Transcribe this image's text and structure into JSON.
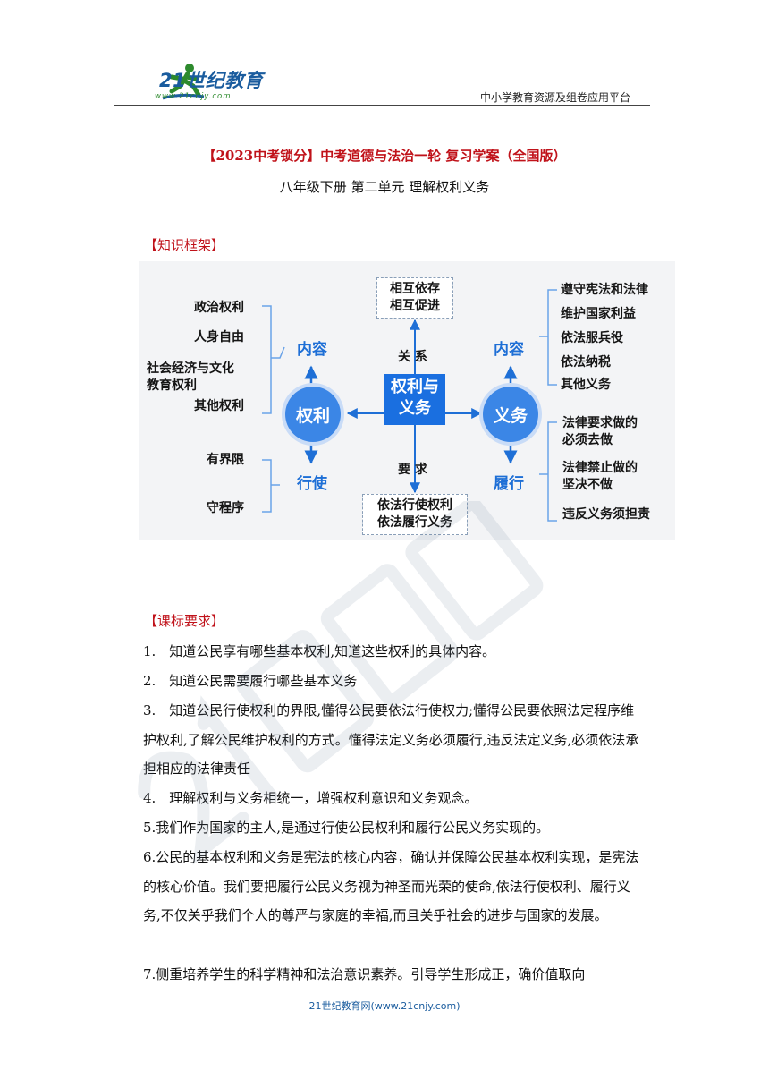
{
  "header": {
    "logo_text": "21世纪教育",
    "logo_url": "www.21cnjy.com",
    "right_text": "中小学教育资源及组卷应用平台"
  },
  "title": "【2023中考锁分】中考道德与法治一轮 复习学案（全国版）",
  "subtitle": "八年级下册 第二单元 理解权利义务",
  "sections": {
    "knowledge": "【知识框架】",
    "course": "【课标要求】"
  },
  "diagram": {
    "center": [
      "权利与",
      "义务"
    ],
    "top_box": [
      "相互依存",
      "相互促进"
    ],
    "bottom_box": [
      "依法行使权利",
      "依法履行义务"
    ],
    "relation_label": "关 系",
    "require_label": "要 求",
    "left_circle": "权利",
    "right_circle": "义务",
    "left_content": "内容",
    "left_exercise": "行使",
    "right_content": "内容",
    "right_fulfill": "履行",
    "rights_content": [
      "政治权利",
      "人身自由",
      "社会经济与文化",
      "教育权利",
      "其他权利"
    ],
    "rights_exercise": [
      "有界限",
      "守程序"
    ],
    "duties_content": [
      "遵守宪法和法律",
      "维护国家利益",
      "依法服兵役",
      "依法纳税",
      "其他义务"
    ],
    "duties_fulfill": [
      "法律要求做的",
      "必须去做",
      "法律禁止做的",
      "坚决不做",
      "违反义务须担责"
    ]
  },
  "items": [
    "1.　知道公民享有哪些基本权利,知道这些权利的具体内容。",
    "2.　知道公民需要履行哪些基本义务",
    "3.　知道公民行使权利的界限,懂得公民要依法行使权力;懂得公民要依照法定程序维护权利,了解公民维护权利的方式。懂得法定义务必须履行,违反法定义务,必须依法承担相应的法律责任",
    "4.　理解权利与义务相统一，增强权利意识和义务观念。",
    "5.我们作为国家的主人,是通过行使公民权利和履行公民义务实现的。",
    "6.公民的基本权利和义务是宪法的核心内容，确认并保障公民基本权利实现，是宪法的核心价值。我们要把履行公民义务视为神圣而光荣的使命,依法行使权利、履行义务,不仅关乎我们个人的尊严与家庭的幸福,而且关乎社会的进步与国家的发展。",
    "7.侧重培养学生的科学精神和法治意识素养。引导学生形成正，确价值取向"
  ],
  "footer": "21世纪教育网(www.21cnjy.com)",
  "colors": {
    "title_red": "#c0121a",
    "brand_blue": "#1a5c9e",
    "diagram_blue": "#1e6fd6"
  }
}
